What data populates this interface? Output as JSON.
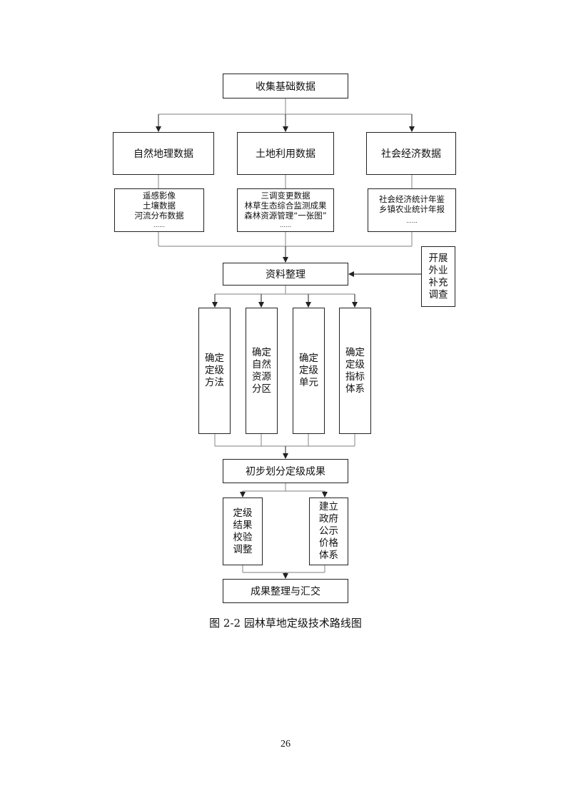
{
  "flowchart": {
    "collect": "收集基础数据",
    "categories": [
      {
        "title": "自然地理数据",
        "items": [
          "遥感影像",
          "土壤数据",
          "河流分布数据",
          "……"
        ]
      },
      {
        "title": "土地利用数据",
        "items": [
          "三调变更数据",
          "林草生态综合监测成果",
          "森林资源管理“一张图”",
          "……"
        ]
      },
      {
        "title": "社会经济数据",
        "items": [
          "社会经济统计年鉴",
          "乡镇农业统计年报",
          "……"
        ]
      }
    ],
    "field_survey": [
      "开展",
      "外业",
      "补充",
      "调查"
    ],
    "organize": "资料整理",
    "determine": [
      [
        "确定",
        "定级",
        "方法"
      ],
      [
        "确定",
        "自然",
        "资源",
        "分区"
      ],
      [
        "确定",
        "定级",
        "单元"
      ],
      [
        "确定",
        "定级",
        "指标",
        "体系"
      ]
    ],
    "preliminary": "初步划分定级成果",
    "verify": [
      "定级",
      "结果",
      "校验",
      "调整"
    ],
    "price_system": [
      "建立",
      "政府",
      "公示",
      "价格",
      "体系"
    ],
    "final": "成果整理与汇交"
  },
  "caption": "图 2-2  园林草地定级技术路线图",
  "page_number": "26"
}
